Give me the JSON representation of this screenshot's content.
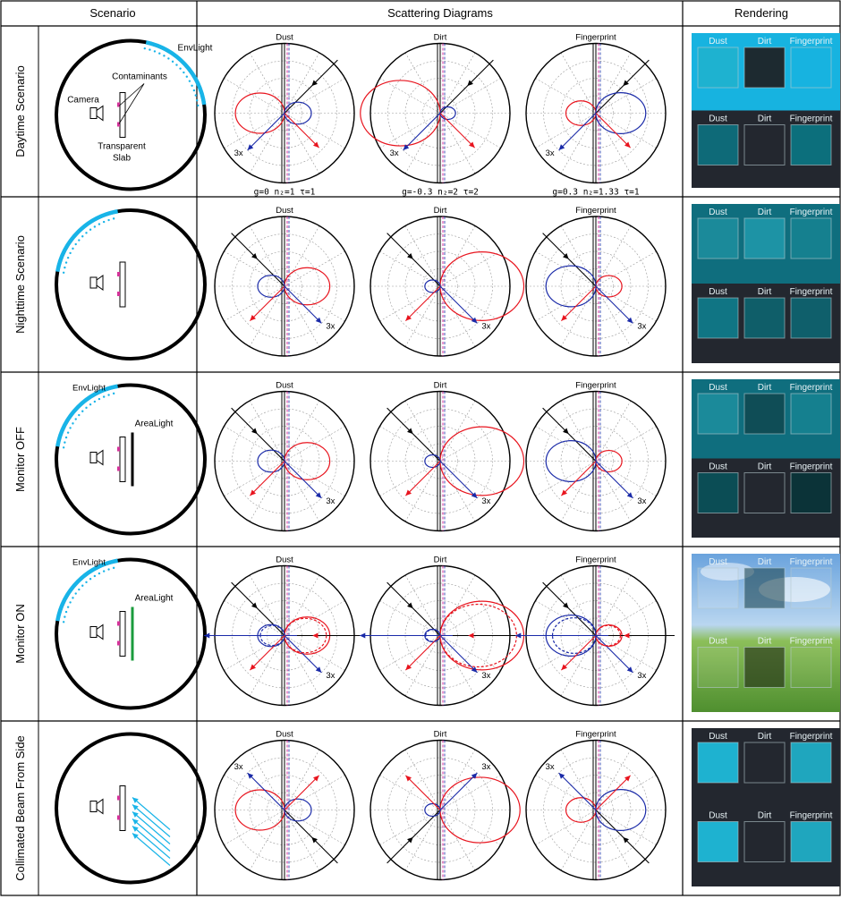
{
  "headers": {
    "scenario": "Scenario",
    "diagrams": "Scattering Diagrams",
    "rendering": "Rendering"
  },
  "rows": [
    {
      "key": "day",
      "label": "Daytime Scenario",
      "env_arc": [
        -78,
        -8
      ],
      "env_label": "EnvLight",
      "area_label": "",
      "area_color": "",
      "collimated": false,
      "scenario_labels": {
        "contaminants": "Contaminants",
        "camera": "Camera",
        "slab": "Transparent\nSlab"
      },
      "render": {
        "top_bg": "#17b3e0",
        "bottom_bg": "#23272f",
        "top": [
          {
            "label": "Dust",
            "fill": "#1eb2d0"
          },
          {
            "label": "Dirt",
            "fill": "#1d2a30"
          },
          {
            "label": "Fingerprint",
            "fill": "#17b3e0"
          }
        ],
        "bottom": [
          {
            "label": "Dust",
            "fill": "#0e6a78"
          },
          {
            "label": "Dirt",
            "fill": "#23272f"
          },
          {
            "label": "Fingerprint",
            "fill": "#0c6f7c"
          }
        ]
      },
      "diagrams": [
        {
          "name": "Dust",
          "params": "g=0  n₂=1  τ=1",
          "in_dir": "upper-right",
          "red": 0.5,
          "blue": 0.35,
          "mult": "3x"
        },
        {
          "name": "Dirt",
          "params": "g=-0.3  n₂=2  τ=2",
          "in_dir": "upper-right",
          "red": 0.9,
          "blue": 0.1,
          "mult": "3x"
        },
        {
          "name": "Fingerprint",
          "params": "g=0.3  n₂=1.33  τ=1",
          "in_dir": "upper-right",
          "red": 0.25,
          "blue": 0.85,
          "mult": "3x"
        }
      ]
    },
    {
      "key": "night",
      "label": "Nighttime Scenario",
      "env_arc": [
        -170,
        -100
      ],
      "env_label": "",
      "area_label": "",
      "area_color": "",
      "collimated": false,
      "render": {
        "top_bg": "#0f6e7e",
        "bottom_bg": "#23272f",
        "top": [
          {
            "label": "Dust",
            "fill": "#1b8a9a"
          },
          {
            "label": "Dirt",
            "fill": "#1d93a5"
          },
          {
            "label": "Fingerprint",
            "fill": "#15808f"
          }
        ],
        "bottom": [
          {
            "label": "Dust",
            "fill": "#107584"
          },
          {
            "label": "Dirt",
            "fill": "#0f5e69"
          },
          {
            "label": "Fingerprint",
            "fill": "#0f5f6b"
          }
        ]
      },
      "diagrams": [
        {
          "name": "Dust",
          "params": "",
          "in_dir": "upper-left",
          "red": 0.45,
          "blue": 0.35,
          "mult": "3x"
        },
        {
          "name": "Dirt",
          "params": "",
          "in_dir": "upper-left",
          "red": 0.95,
          "blue": 0.1,
          "mult": "3x"
        },
        {
          "name": "Fingerprint",
          "params": "",
          "in_dir": "upper-left",
          "red": 0.2,
          "blue": 0.85,
          "mult": "3x"
        }
      ]
    },
    {
      "key": "off",
      "label": "Monitor OFF",
      "env_arc": [
        -170,
        -100
      ],
      "env_label": "EnvLight",
      "area_label": "AreaLight",
      "area_color": "#000000",
      "collimated": false,
      "render": {
        "top_bg": "#0f6e7e",
        "bottom_bg": "#23272f",
        "top": [
          {
            "label": "Dust",
            "fill": "#1b8a9a"
          },
          {
            "label": "Dirt",
            "fill": "#0f4d56"
          },
          {
            "label": "Fingerprint",
            "fill": "#15808f"
          }
        ],
        "bottom": [
          {
            "label": "Dust",
            "fill": "#0b4d55"
          },
          {
            "label": "Dirt",
            "fill": "#23272f"
          },
          {
            "label": "Fingerprint",
            "fill": "#0b3338"
          }
        ]
      },
      "diagrams": [
        {
          "name": "Dust",
          "params": "",
          "in_dir": "upper-left",
          "red": 0.45,
          "blue": 0.35,
          "mult": "3x"
        },
        {
          "name": "Dirt",
          "params": "",
          "in_dir": "upper-left",
          "red": 0.95,
          "blue": 0.1,
          "mult": "3x"
        },
        {
          "name": "Fingerprint",
          "params": "",
          "in_dir": "upper-left",
          "red": 0.2,
          "blue": 0.85,
          "mult": "3x"
        }
      ]
    },
    {
      "key": "on",
      "label": "Monitor ON",
      "env_arc": [
        -170,
        -100
      ],
      "env_label": "EnvLight",
      "area_label": "AreaLight",
      "area_color": "#1a9b3c",
      "collimated": false,
      "render": {
        "landscape": true,
        "top": [
          {
            "label": "Dust",
            "fill": "rgba(255,255,255,0.15)"
          },
          {
            "label": "Dirt",
            "fill": "rgba(20,60,70,0.55)"
          },
          {
            "label": "Fingerprint",
            "fill": "rgba(255,255,255,0.08)"
          }
        ],
        "bottom": [
          {
            "label": "Dust",
            "fill": "rgba(255,255,255,0.08)"
          },
          {
            "label": "Dirt",
            "fill": "rgba(30,40,20,0.6)"
          },
          {
            "label": "Fingerprint",
            "fill": "rgba(255,255,255,0.05)"
          }
        ]
      },
      "diagrams": [
        {
          "name": "Dust",
          "params": "",
          "in_dir": "upper-left",
          "red": 0.45,
          "blue": 0.35,
          "mult": "3x",
          "horiz": true
        },
        {
          "name": "Dirt",
          "params": "",
          "in_dir": "upper-left",
          "red": 0.95,
          "blue": 0.1,
          "mult": "3x",
          "horiz": true
        },
        {
          "name": "Fingerprint",
          "params": "",
          "in_dir": "upper-left",
          "red": 0.2,
          "blue": 0.85,
          "mult": "3x",
          "horiz": true
        }
      ]
    },
    {
      "key": "beam",
      "label": "Collimated Beam From Side",
      "env_arc": null,
      "env_label": "",
      "area_label": "",
      "area_color": "",
      "collimated": true,
      "render": {
        "top_bg": "#23272f",
        "bottom_bg": "#23272f",
        "top": [
          {
            "label": "Dust",
            "fill": "#1eb2d0"
          },
          {
            "label": "Dirt",
            "fill": "#23272f"
          },
          {
            "label": "Fingerprint",
            "fill": "#1fa6be"
          }
        ],
        "bottom": [
          {
            "label": "Dust",
            "fill": "#1eb2d0"
          },
          {
            "label": "Dirt",
            "fill": "#23272f"
          },
          {
            "label": "Fingerprint",
            "fill": "#1fa6be"
          }
        ]
      },
      "diagrams": [
        {
          "name": "Dust",
          "params": "",
          "in_dir": "lower-right",
          "red": 0.5,
          "blue": 0.35,
          "mult": "3x"
        },
        {
          "name": "Dirt",
          "params": "",
          "in_dir": "lower-left",
          "red": 0.9,
          "blue": 0.1,
          "mult": "3x"
        },
        {
          "name": "Fingerprint",
          "params": "",
          "in_dir": "lower-right",
          "red": 0.25,
          "blue": 0.85,
          "mult": "3x"
        }
      ]
    }
  ],
  "colors": {
    "red": "#e8141e",
    "blue": "#1a2aa8",
    "envlight": "#18b4e8",
    "contaminant": "#d6339b",
    "grid": "#9a9a9a"
  }
}
